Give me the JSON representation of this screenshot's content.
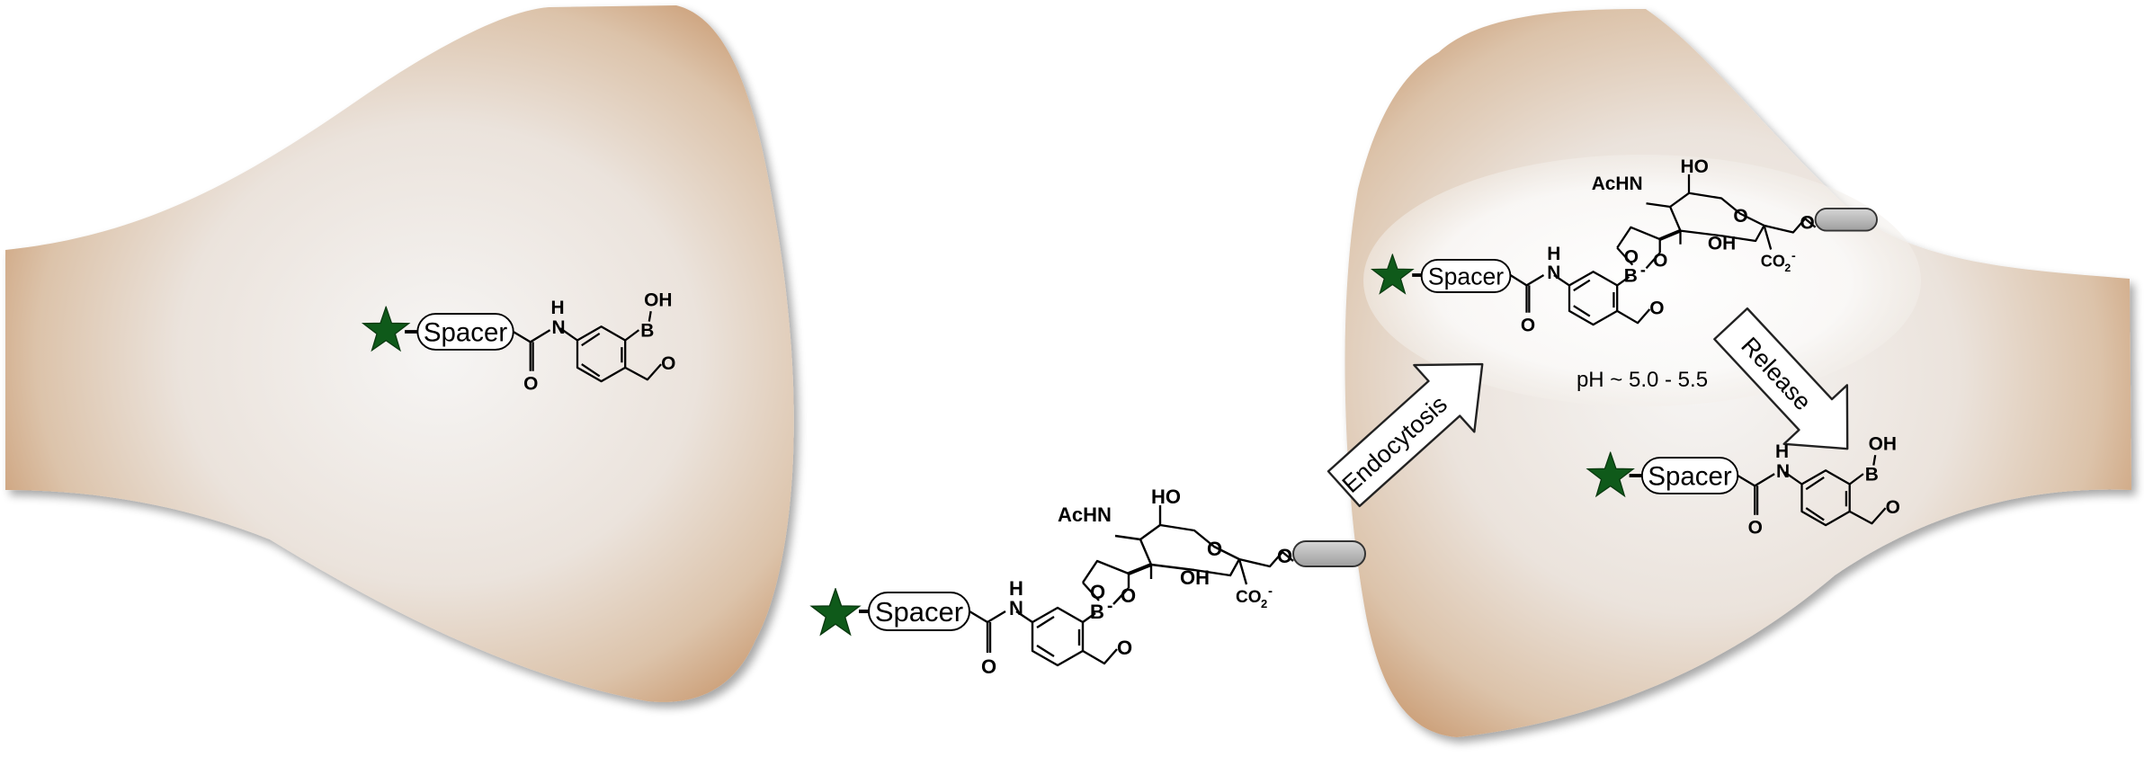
{
  "colors": {
    "cell_tan": "#d4b08c",
    "cell_light": "#f4f2f0",
    "star": "#0f5a1a",
    "bead": "#b8b8b8"
  },
  "labels": {
    "spacer": "Spacer",
    "endocytosis": "Endocytosis",
    "release": "Release",
    "ph": "pH ~ 5.0 - 5.5"
  },
  "atoms": {
    "N": "N",
    "H": "H",
    "O": "O",
    "B": "B",
    "OH": "OH",
    "HO": "HO",
    "AcHN": "AcHN",
    "CO2": "CO",
    "sub2": "2",
    "minus": "-"
  }
}
